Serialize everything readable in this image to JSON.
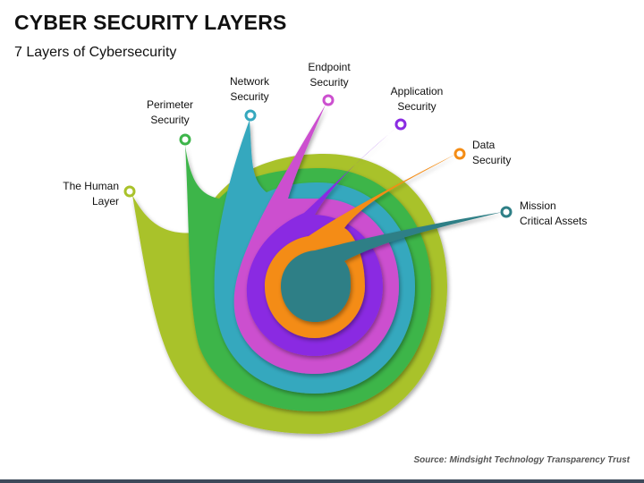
{
  "title": "CYBER SECURITY LAYERS",
  "subtitle": "7 Layers of Cybersecurity",
  "layers": [
    {
      "line1": "The Human",
      "line2": "Layer",
      "color": "#a9c22a"
    },
    {
      "line1": "Perimeter",
      "line2": "Security",
      "color": "#3db54a"
    },
    {
      "line1": "Network",
      "line2": "Security",
      "color": "#35a8be"
    },
    {
      "line1": "Endpoint",
      "line2": "Security",
      "color": "#cc4fcf"
    },
    {
      "line1": "Application",
      "line2": "Security",
      "color": "#8a2be2"
    },
    {
      "line1": "Data",
      "line2": "Security",
      "color": "#f48c14"
    },
    {
      "line1": "Mission",
      "line2": "Critical Assets",
      "color": "#2e7f86"
    }
  ],
  "source": "Source: Mindsight Technology Transparency Trust"
}
